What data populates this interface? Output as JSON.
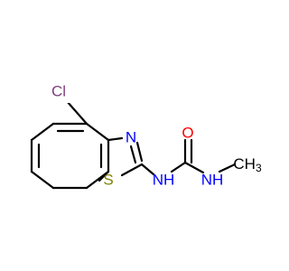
{
  "molecule": {
    "atoms": {
      "chlorine": {
        "label": "Cl",
        "color": "#7f3f7f"
      },
      "nitrogen_ring": {
        "label": "N",
        "color": "#0000ff"
      },
      "sulfur": {
        "label": "S",
        "color": "#7f7f00"
      },
      "amide_nh_left": {
        "label": "NH",
        "color": "#0000ff"
      },
      "oxygen": {
        "label": "O",
        "color": "#ff0000"
      },
      "amide_nh_right": {
        "label": "NH",
        "color": "#0000ff"
      },
      "methyl": {
        "label": "CH",
        "subscript": "3",
        "color": "#000000"
      }
    },
    "bond_color": "#000000"
  }
}
